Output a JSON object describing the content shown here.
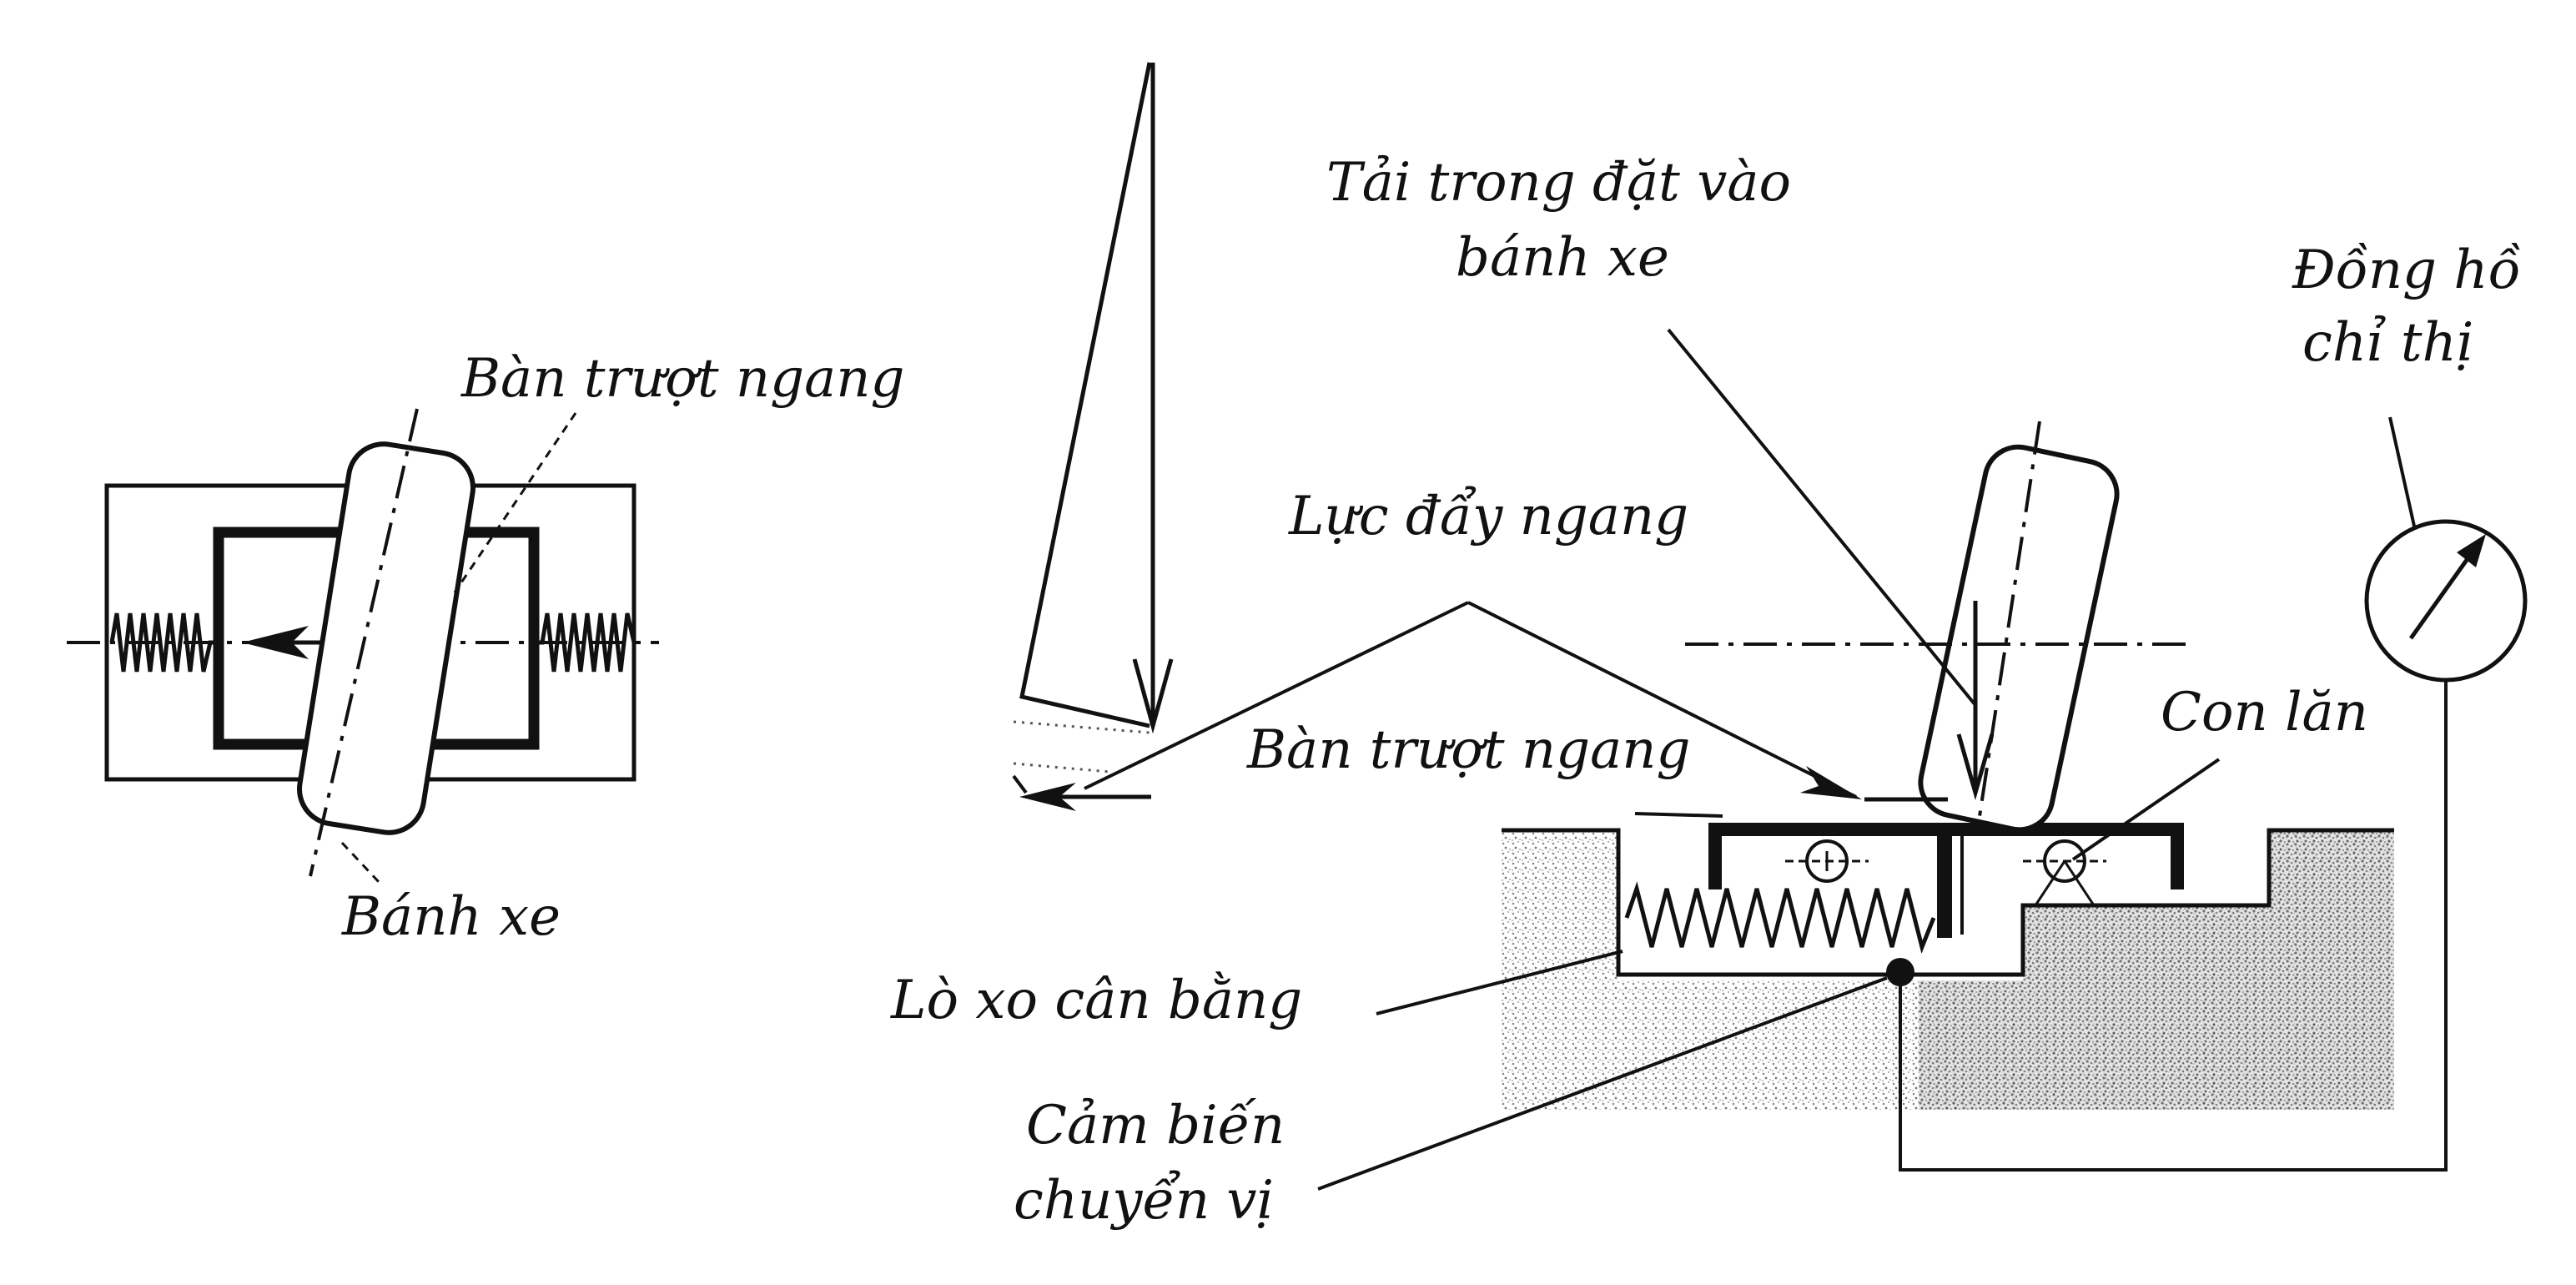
{
  "labels": {
    "ban_truot_ngang_left": "Bàn trượt ngang",
    "banh_xe": "Bánh xe",
    "tai_trong_line1": "Tải trong đặt vào",
    "tai_trong_line2": "bánh xe",
    "dong_ho_line1": "Đồng hồ",
    "dong_ho_line2": "chỉ thị",
    "luc_day_ngang": "Lực đẩy ngang",
    "ban_truot_ngang_right": "Bàn trượt ngang",
    "con_lan": "Con lăn",
    "lo_xo_can_bang": "Lò xo cân bằng",
    "cam_bien_line1": "Cảm biến",
    "cam_bien_line2": "chuyển vị"
  }
}
